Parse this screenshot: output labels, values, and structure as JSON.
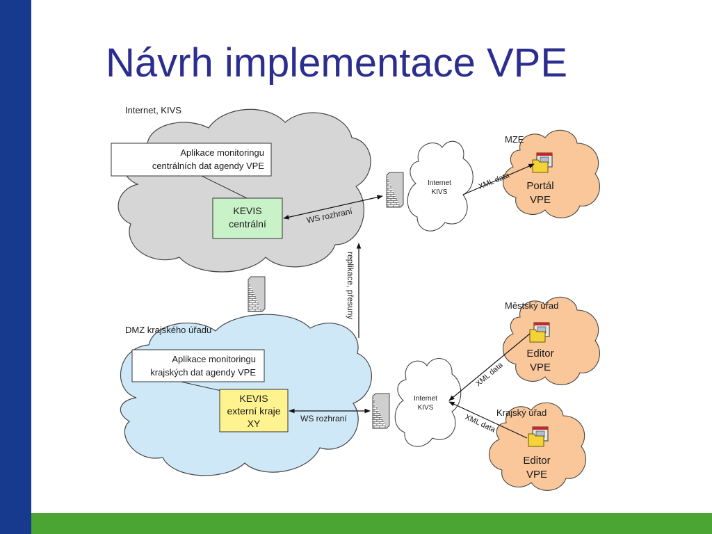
{
  "slide": {
    "title": "Návrh implementace VPE",
    "colors": {
      "left_bar": "#173a8f",
      "bottom_bar": "#4aa532",
      "title": "#2b2e8f",
      "internet_cloud": "#d6d6d6",
      "dmz_cloud": "#cfe8f8",
      "agency_cloud": "#f9c79a",
      "kevis_central_box": "#c9f2c9",
      "kevis_regional_box": "#fff38f"
    }
  },
  "diagram": {
    "internet_cloud": {
      "label": "Internet, KIVS",
      "callout": [
        "Aplikace monitoringu",
        "centrálních dat agendy VPE"
      ],
      "server": [
        "KEVIS",
        "centrální"
      ]
    },
    "dmz_cloud": {
      "label": "DMZ krajského úřadu",
      "callout": [
        "Aplikace monitoringu",
        "krajských dat agendy VPE"
      ],
      "server": [
        "KEVIS",
        "externí kraje",
        "XY"
      ]
    },
    "kivs_top": [
      "Internet",
      "KIVS"
    ],
    "kivs_bottom": [
      "Internet",
      "KIVS"
    ],
    "ws_top": "WS rozhraní",
    "ws_bottom": "WS rozhraní",
    "replication": "replikace, přesuny",
    "mze": {
      "label": "MZE",
      "app": [
        "Portál",
        "VPE"
      ],
      "link": "XML data"
    },
    "mestsky": {
      "label": "Městský úřad",
      "app": [
        "Editor",
        "VPE"
      ],
      "link": "XML data"
    },
    "krajsky": {
      "label": "Krajský úřad",
      "app": [
        "Editor",
        "VPE"
      ],
      "link": "XML data"
    },
    "icons": [
      "firewall-icon",
      "folder-app-icon"
    ]
  }
}
